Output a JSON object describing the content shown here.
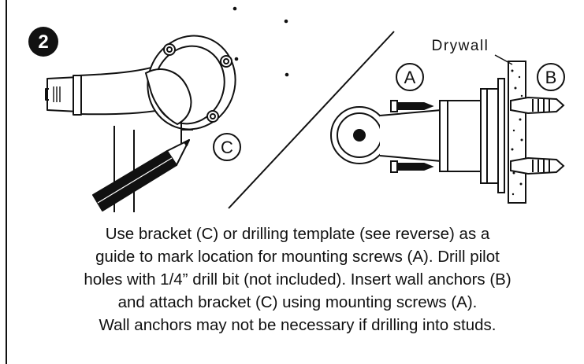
{
  "step": {
    "number": "2"
  },
  "labels": {
    "bracket_callout": "C",
    "screw_callout": "A",
    "anchor_callout": "B",
    "wall_label": "Drywall"
  },
  "instructions": [
    "Use bracket (C) or drilling template (see reverse) as a",
    "guide to mark location for mounting screws (A). Drill pilot",
    "holes with 1/4” drill bit (not included). Insert wall anchors (B)",
    "and attach bracket (C) using mounting screws (A).",
    "Wall anchors may not be necessary if drilling into studs."
  ],
  "colors": {
    "ink": "#111111",
    "paper": "#ffffff"
  }
}
